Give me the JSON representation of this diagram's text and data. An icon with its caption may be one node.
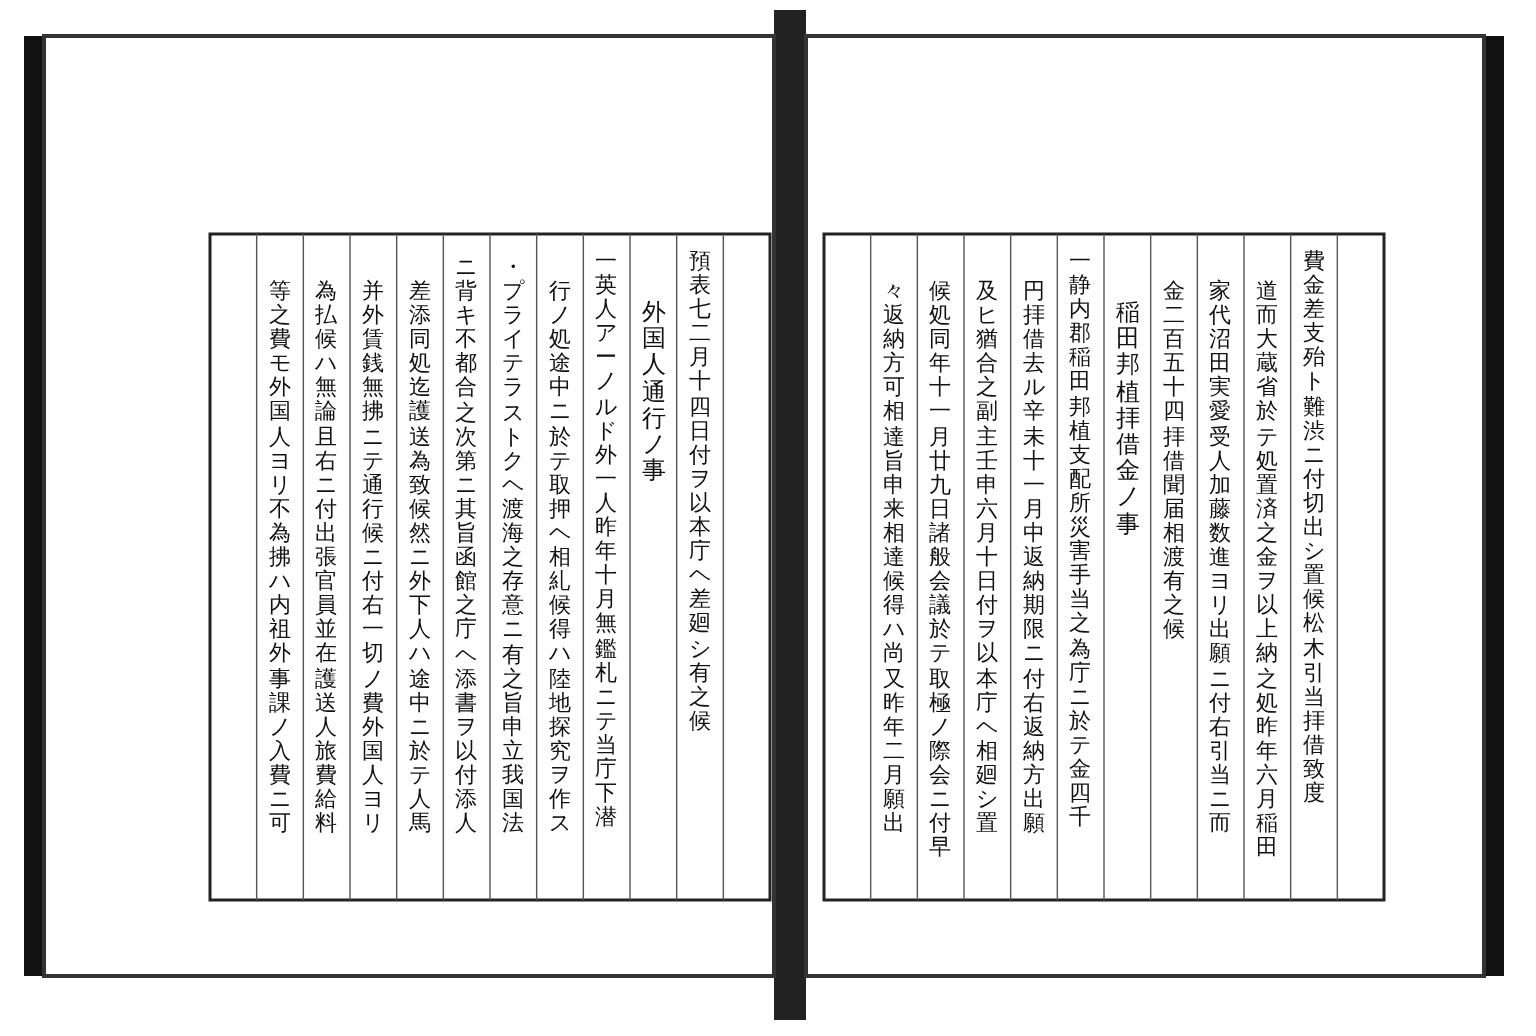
{
  "diagram": {
    "labels": [
      "費金差支殆ト難渋ニ付切出シ置候松木引当拝借致度",
      "道而大蔵省於テ処置済之金ヲ以上納之処昨年六月稲田",
      "家代沼田実愛受人加藤数進ヨリ出願ニ付右引当ニ而",
      "金二百五十四拝借聞届相渡有之候",
      "稲田邦植拝借金ノ事",
      "一静内郡稲田邦植支配所災害手当之為庁ニ於テ金四千",
      "円拝借去ル辛未十一月中返納期限ニ付右返納方出願",
      "及ヒ猶合之副主壬申六月十日付ヲ以本庁ヘ相廻シ置",
      "候処同年十一月廿九日諸般会議於テ取極ノ際会ニ付早",
      "々返納方可相達旨申来相達候得ハ尚又昨年二月願出",
      "預表七二月十四日付ヲ以本庁ヘ差廻シ有之候",
      "外国人通行ノ事",
      "一英人アーノルド外一人昨年十月無鑑札ニテ当庁下潜",
      "行ノ処途中ニ於テ取押ヘ相糺候得ハ陸地探究ヲ作ス",
      "・プライテラストクヘ渡海之存意ニ有之旨申立我国法",
      "ニ背キ不都合之次第ニ其旨函館之庁ヘ添書ヲ以付添人",
      "差添同処迄護送為致候然ニ外下人ハ途中ニ於テ人馬",
      "并外賃銭無拂ニテ通行候ニ付右一切ノ費外国人ヨリ",
      "為払候ハ無論且右ニ付出張官員並在護送人旅費給料",
      "等之費モ外国人ヨリ不為拂ハ内祖外事課ノ入費ニ可"
    ]
  }
}
